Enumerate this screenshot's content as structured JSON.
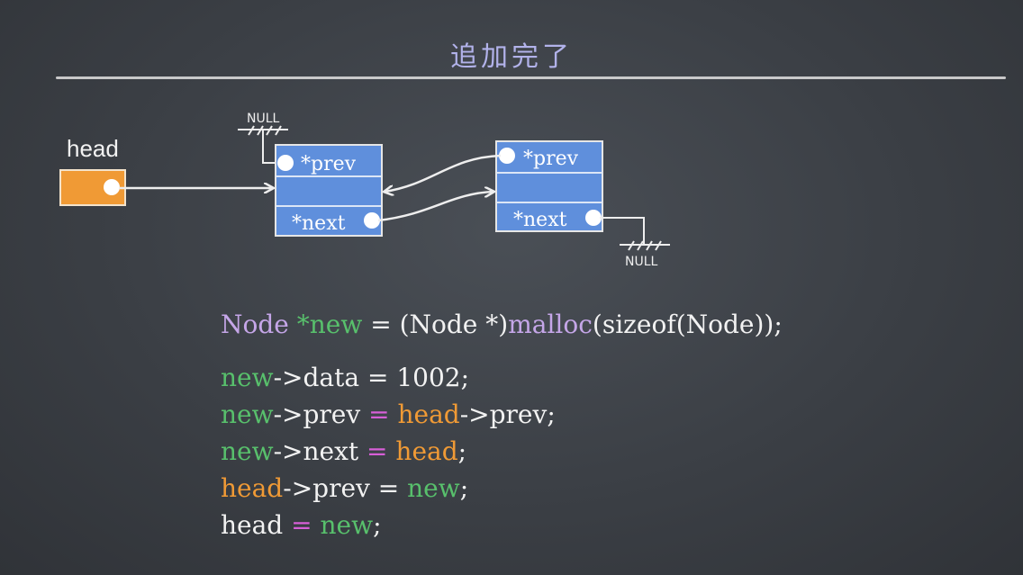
{
  "title": "追加完了",
  "diagram": {
    "head_label": "head",
    "node1": {
      "prev_label": "*prev",
      "next_label": "*next"
    },
    "node2": {
      "prev_label": "*prev",
      "next_label": "*next"
    },
    "null_top": "NULL",
    "null_bottom": "NULL"
  },
  "colors": {
    "background": "#3b3f45",
    "title": "#b2b2ea",
    "node_fill": "#5f8fdc",
    "head_fill": "#f09a35",
    "keyword_type": "#c5a6e8",
    "var_new": "#58c06c",
    "var_head": "#f09a35",
    "operator": "#d75fd7"
  },
  "code": {
    "line1": {
      "type": "Node",
      "decl": " *new",
      "mid": " = (Node *)",
      "fn": "malloc",
      "tail": "(sizeof(Node));"
    },
    "line2": {
      "var": "new",
      "rest": "->data = 1002;"
    },
    "line3": {
      "var": "new",
      "a": "->prev ",
      "eq": "=",
      "head": " head",
      "b": "->prev;"
    },
    "line4": {
      "var": "new",
      "a": "->next ",
      "eq": "=",
      "head": " head",
      "b": ";"
    },
    "line5": {
      "head": "head",
      "a": "->prev = ",
      "var": "new",
      "b": ";"
    },
    "line6": {
      "a": "head ",
      "eq": "=",
      "var": " new",
      "b": ";"
    }
  }
}
